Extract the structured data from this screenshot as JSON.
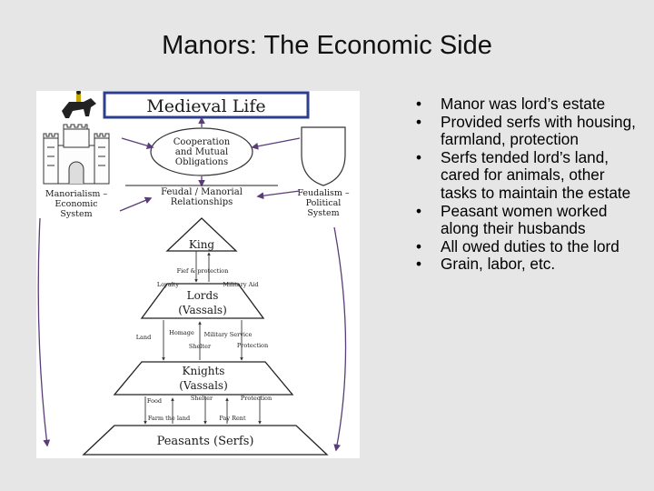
{
  "slide": {
    "title": "Manors: The Economic Side",
    "bullets": [
      "Manor was lord’s estate",
      "Provided serfs with housing, farmland, protection",
      "Serfs tended lord’s land, cared for animals, other tasks to maintain the estate",
      "Peasant women worked along their husbands",
      "All owed duties to the lord",
      "Grain, labor, etc."
    ]
  },
  "diagram": {
    "banner": "Medieval Life",
    "cooperation": [
      "Cooperation",
      "and Mutual",
      "Obligations"
    ],
    "left_caption": [
      "Manorialism –",
      "Economic",
      "System"
    ],
    "right_caption": [
      "Feudalism –",
      "Political",
      "System"
    ],
    "relationships": [
      "Feudal / Manorial",
      "Relationships"
    ],
    "tiers": {
      "king": "King",
      "lords": [
        "Lords",
        "(Vassals)"
      ],
      "knights": [
        "Knights",
        "(Vassals)"
      ],
      "peasants": "Peasants (Serfs)"
    },
    "duties": {
      "fief_protection": "Fief & protection",
      "loyalty": "Loyalty",
      "military_aid": "Military Aid",
      "land": "Land",
      "homage": "Homage",
      "military_service": "Military Service",
      "shelter_1": "Shelter",
      "protection_1": "Protection",
      "food": "Food",
      "shelter_2": "Shelter",
      "protection_2": "Protection",
      "farm_land": "Farm the land",
      "pay_rent": "Pay Rent"
    },
    "colors": {
      "arrow": "#5a3c78",
      "banner_border": "#2c3f8f",
      "line": "#222222"
    }
  }
}
